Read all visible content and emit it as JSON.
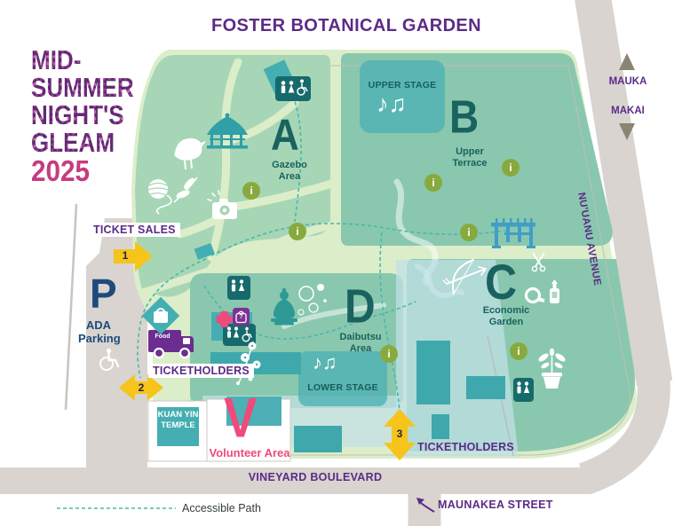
{
  "title": "FOSTER BOTANICAL GARDEN",
  "logo": {
    "lines": [
      "MID-",
      "SUMMER",
      "NIGHT'S",
      "GLEAM"
    ],
    "year": "2025"
  },
  "compass": {
    "up": "MAUKA",
    "down": "MAKAI"
  },
  "streets": {
    "nuuanu": "NU'UANU AVENUE",
    "vineyard": "VINEYARD BOULEVARD",
    "maunakea": "MAUNAKEA STREET"
  },
  "areas": {
    "a": {
      "letter": "A",
      "label": "Gazebo Area"
    },
    "b": {
      "letter": "B",
      "label": "Upper Terrace"
    },
    "c": {
      "letter": "C",
      "label": "Economic Garden"
    },
    "d": {
      "letter": "D",
      "label": "Daibutsu Area"
    },
    "v": {
      "letter": "V",
      "label": "Volunteer Area"
    }
  },
  "stages": {
    "upper": "UPPER STAGE",
    "lower": "LOWER STAGE"
  },
  "gates": {
    "ticket_sales": {
      "label": "TICKET SALES",
      "number": "1"
    },
    "ticketholders_west": {
      "label": "TICKETHOLDERS",
      "number": "2"
    },
    "ticketholders_south": {
      "label": "TICKETHOLDERS",
      "number": "3"
    }
  },
  "parking": {
    "letter": "P",
    "label": "ADA Parking"
  },
  "temple": {
    "label": "KUAN YIN TEMPLE"
  },
  "food_truck": {
    "label": "Food"
  },
  "legend": {
    "accessible_path": "Accessible Path"
  },
  "icons": {
    "info": "i",
    "music": "♪♫",
    "question": "?"
  },
  "colors": {
    "purple": "#5b2b87",
    "pink": "#ee4b7b",
    "magenta": "#c73b80",
    "teal_dark": "#1a625f",
    "yellow": "#f6c41a",
    "zone_green": "#89c8ae",
    "area_a_green": "#a6d6b5",
    "base_green": "#dcedc9",
    "road_gray": "#d9d4cf",
    "info_olive": "#88a93e",
    "building_teal": "#3ea8ad",
    "navy": "#1e4b7b",
    "accessible_path_teal": "#49b8ac"
  }
}
